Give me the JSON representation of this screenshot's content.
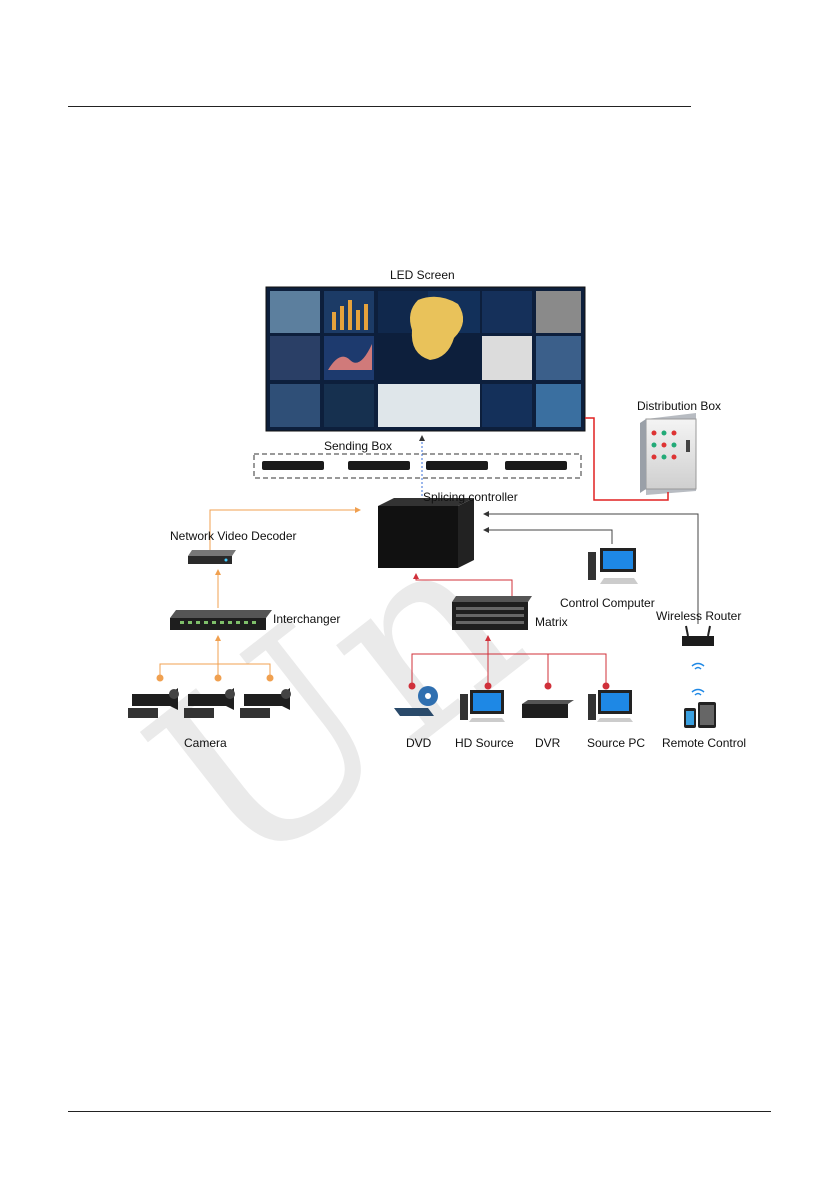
{
  "labels": {
    "led_screen": "LED Screen",
    "sending_box": "Sending Box",
    "splicing_controller": "Splicing controller",
    "distribution_box": "Distribution Box",
    "network_video_decoder": "Network Video Decoder",
    "interchanger": "Interchanger",
    "control_computer": "Control Computer",
    "wireless_router": "Wireless Router",
    "matrix": "Matrix",
    "camera": "Camera",
    "dvd": "DVD",
    "hd_source": "HD Source",
    "dvr": "DVR",
    "source_pc": "Source PC",
    "remote_control": "Remote Control"
  },
  "colors": {
    "signal_line": "#f0a050",
    "power_line": "#e02020",
    "source_line": "#d0303a",
    "control_line": "#444444",
    "screen_bg": "#0d1f3c"
  },
  "icons": [
    "camera-icon",
    "switch-icon",
    "decoder-icon",
    "controller-icon",
    "computer-icon",
    "router-icon",
    "tablet-icon",
    "phone-icon",
    "dvd-player-icon",
    "dvr-icon",
    "matrix-icon",
    "distribution-box-icon",
    "sending-box-icon"
  ]
}
